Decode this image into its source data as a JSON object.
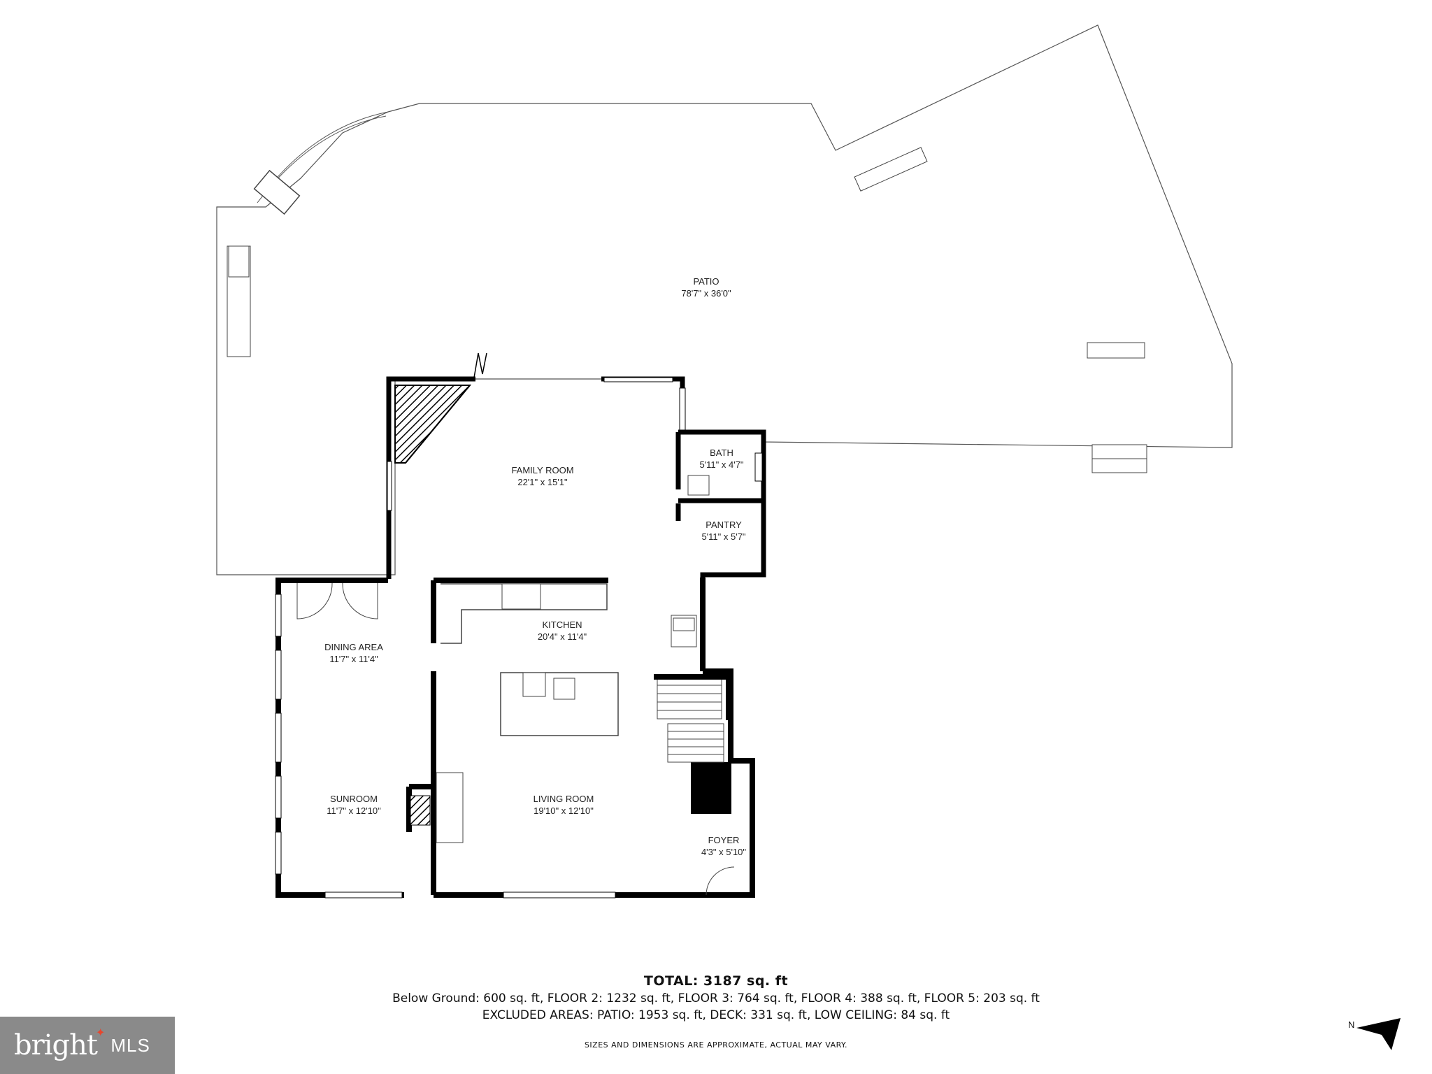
{
  "rooms": {
    "patio": {
      "name": "PATIO",
      "dims": "78'7\" x 36'0\""
    },
    "family_room": {
      "name": "FAMILY ROOM",
      "dims": "22'1\" x 15'1\""
    },
    "bath": {
      "name": "BATH",
      "dims": "5'11\" x 4'7\""
    },
    "pantry": {
      "name": "PANTRY",
      "dims": "5'11\" x 5'7\""
    },
    "kitchen": {
      "name": "KITCHEN",
      "dims": "20'4\" x 11'4\""
    },
    "dining_area": {
      "name": "DINING AREA",
      "dims": "11'7\" x 11'4\""
    },
    "sunroom": {
      "name": "SUNROOM",
      "dims": "11'7\" x 12'10\""
    },
    "living_room": {
      "name": "LIVING ROOM",
      "dims": "19'10\" x 12'10\""
    },
    "foyer": {
      "name": "FOYER",
      "dims": "4'3\" x 5'10\""
    }
  },
  "footer": {
    "total": "TOTAL: 3187 sq. ft",
    "breakdown": "Below Ground: 600 sq. ft, FLOOR 2: 1232 sq. ft, FLOOR 3: 764 sq. ft, FLOOR 4: 388 sq. ft, FLOOR 5: 203 sq. ft",
    "excluded": "EXCLUDED AREAS: PATIO: 1953 sq. ft, DECK: 331 sq. ft, LOW CEILING: 84 sq. ft",
    "disclaimer": "SIZES AND DIMENSIONS ARE APPROXIMATE, ACTUAL MAY VARY."
  },
  "logo": {
    "word": "bright",
    "suffix": "MLS"
  },
  "compass": {
    "label": "N",
    "icon": "north-arrow-icon"
  }
}
